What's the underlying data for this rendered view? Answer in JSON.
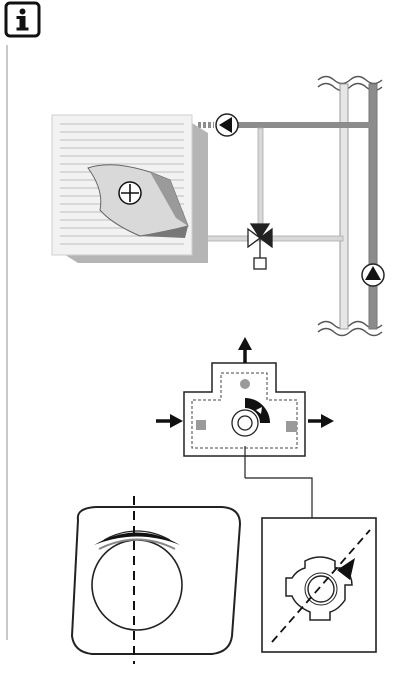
{
  "header": {
    "info_icon": "info-icon"
  },
  "colors": {
    "pipe_dark": "#8c8c8c",
    "pipe_light": "#d4d4d4",
    "outline": "#1a1a1a",
    "heater_face": "#f2f2f2",
    "heater_side": "#b5b5b5",
    "panel_gray": "#bdbdbd",
    "margin_rule": "#c8c8c8"
  },
  "icons": [
    "info-icon",
    "heat-exchanger",
    "pump-icon",
    "mixing-valve-icon",
    "flow-arrow-icon",
    "actuator-knob",
    "valve-shaft-detail"
  ]
}
